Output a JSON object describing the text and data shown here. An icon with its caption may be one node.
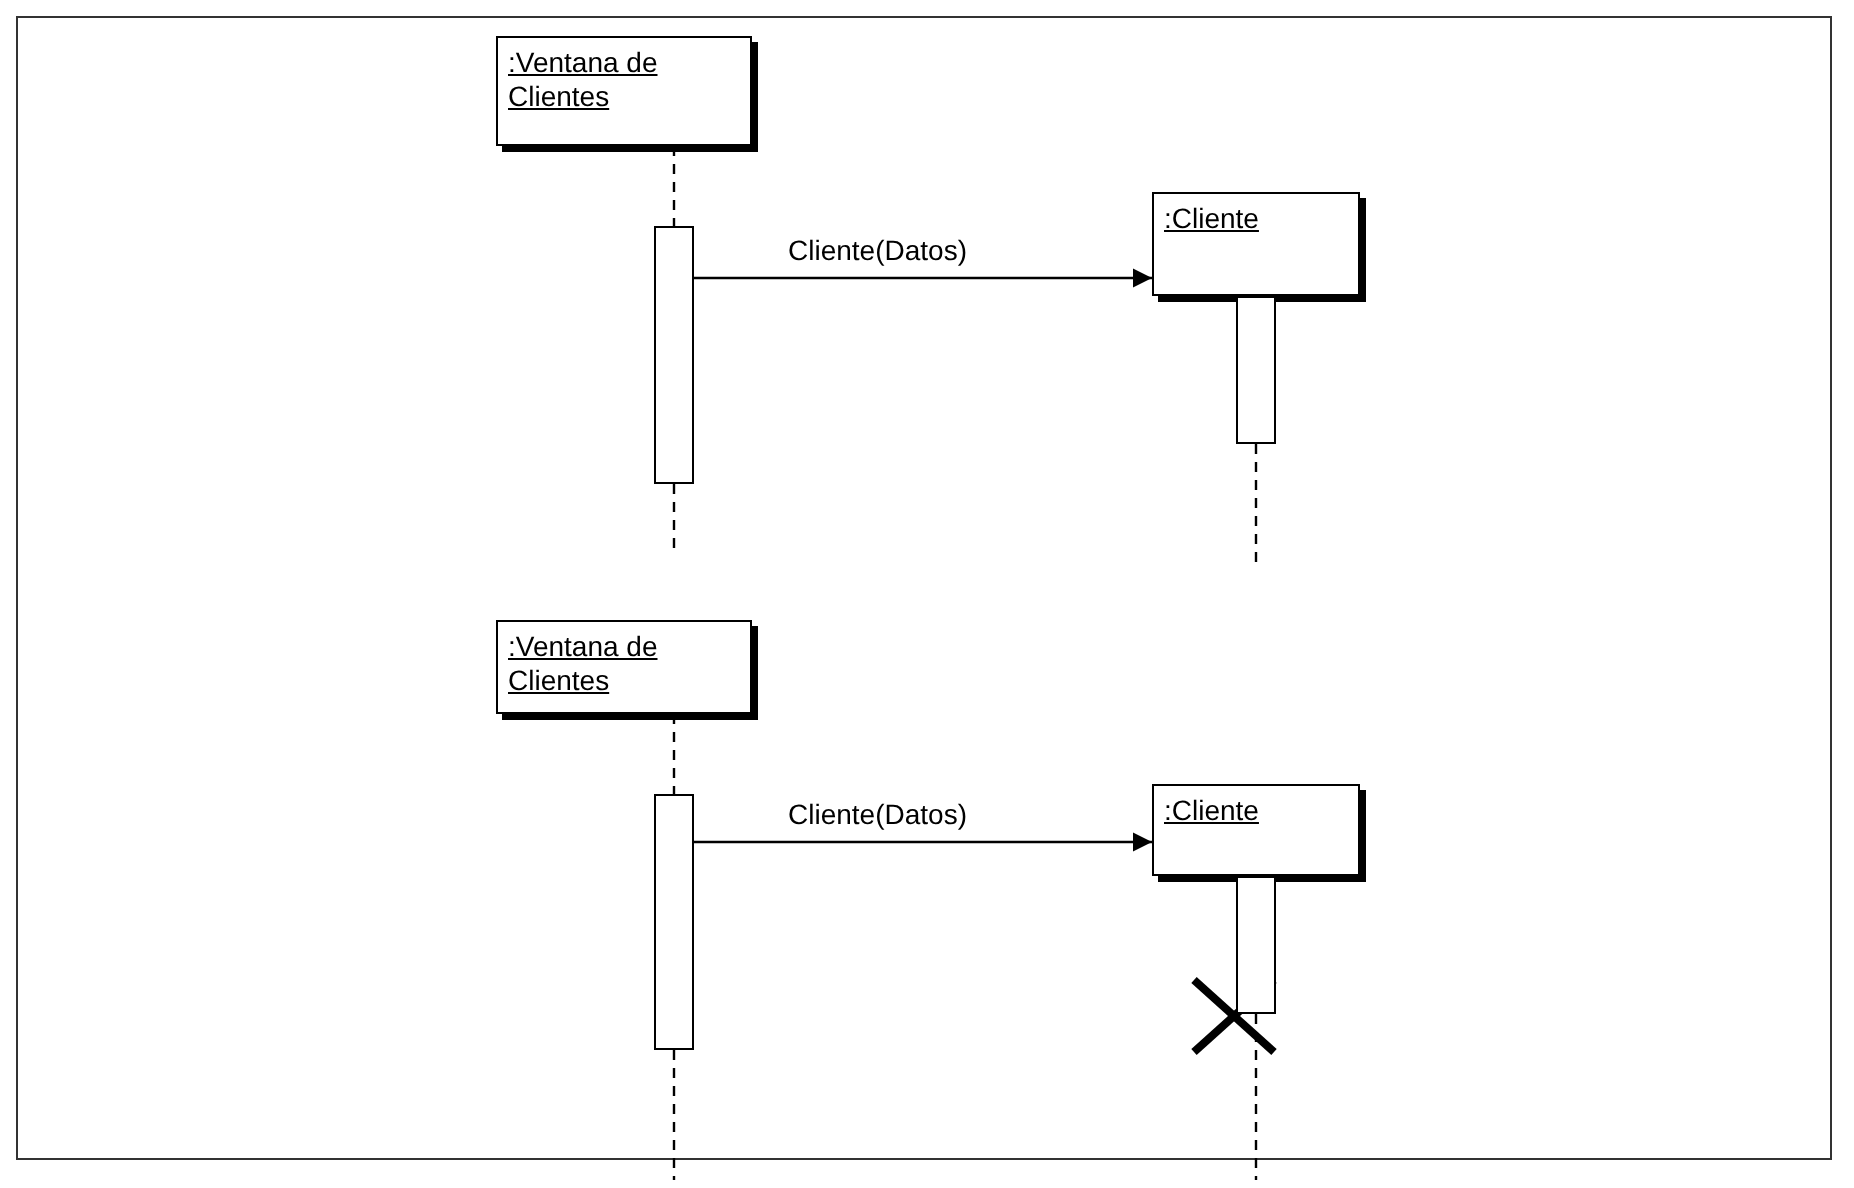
{
  "diagram": {
    "nodes": [
      {
        "text": [
          ":Ventana de Clientes"
        ]
      },
      {
        "text": [],
        "shape": "bar"
      },
      {
        "text": [
          ":Cliente"
        ]
      },
      {
        "text": [],
        "shape": "bar"
      },
      {
        "text": [
          ":Ventana de Clientes"
        ]
      },
      {
        "text": [],
        "shape": "bar"
      },
      {
        "text": [
          ":Cliente"
        ]
      },
      {
        "text": [],
        "shape": "bar"
      }
    ],
    "edges": [
      {
        "from": 0,
        "to": 1,
        "arrow": "none",
        "style": "dashed"
      },
      {
        "from": 1,
        "to": null,
        "arrow": "none",
        "style": "dashed"
      },
      {
        "from": 1,
        "to": 2,
        "arrow": "to",
        "label": "Cliente(Datos)"
      },
      {
        "from": 3,
        "to": null,
        "arrow": "none",
        "style": "dashed"
      },
      {
        "from": 4,
        "to": 5,
        "arrow": "none",
        "style": "dashed"
      },
      {
        "from": 5,
        "to": null,
        "arrow": "none",
        "style": "dashed"
      },
      {
        "from": 5,
        "to": 6,
        "arrow": "to",
        "label": "Cliente(Datos)"
      },
      {
        "from": 7,
        "to": null,
        "arrow": "none",
        "style": "dashed"
      }
    ]
  }
}
